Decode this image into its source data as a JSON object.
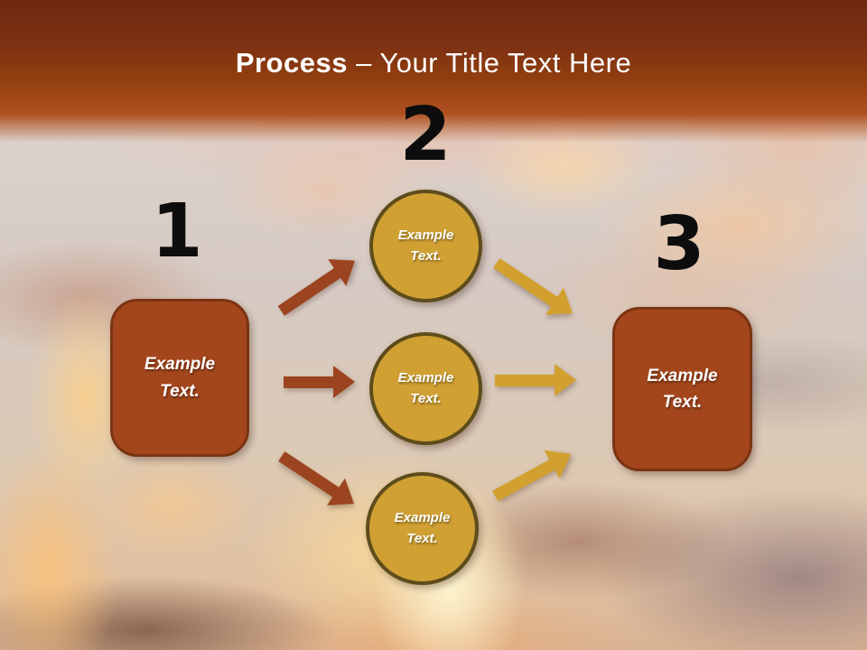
{
  "title": {
    "emphasis": "Process",
    "rest": "– Your Title Text Here"
  },
  "steps": [
    {
      "number": "1",
      "shape": "rounded-rectangle",
      "line1": "Example",
      "line2": "Text."
    },
    {
      "number": "2",
      "shape": "circle-group",
      "circles": [
        {
          "line1": "Example",
          "line2": "Text."
        },
        {
          "line1": "Example",
          "line2": "Text."
        },
        {
          "line1": "Example",
          "line2": "Text."
        }
      ]
    },
    {
      "number": "3",
      "shape": "rounded-rectangle",
      "line1": "Example",
      "line2": "Text."
    }
  ],
  "colors": {
    "banner_top": "#6e2a10",
    "banner_bottom": "#b05120",
    "title_text": "#ffffff",
    "rust_shape_fill": "#a3461c",
    "rust_shape_border": "#7b3312",
    "gold_circle_fill": "#d0a033",
    "gold_circle_border": "#5e4c1b",
    "rust_arrow": "#9c4420",
    "gold_arrow": "#d2a02f",
    "step_number": "#0d0d0d"
  }
}
